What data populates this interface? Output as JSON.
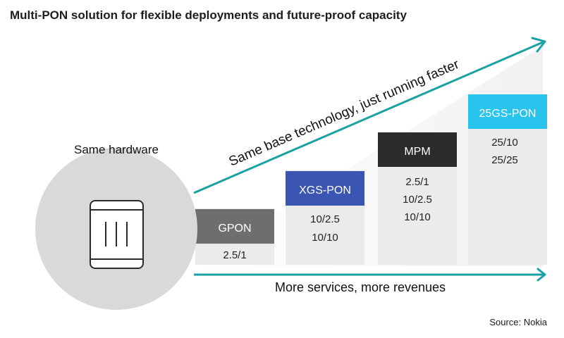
{
  "title": "Multi-PON solution for flexible deployments and future-proof capacity",
  "source": "Source: Nokia",
  "hardware_label": "Same hardware",
  "diagonal_label": "Same base technology, just running faster",
  "bottom_label": "More services, more revenues",
  "colors": {
    "accent": "#1aa1a1",
    "gpon": "#6e6e6e",
    "xgs": "#3b55b3",
    "mpm": "#2b2b2b",
    "pon25": "#29c4ee",
    "column_fill": "#ebebeb",
    "circle": "#d9d9d9"
  },
  "technologies": [
    {
      "name": "GPON",
      "speeds": [
        "2.5/1"
      ]
    },
    {
      "name": "XGS-PON",
      "speeds": [
        "10/2.5",
        "10/10"
      ]
    },
    {
      "name": "MPM",
      "speeds": [
        "2.5/1",
        "10/2.5",
        "10/10"
      ]
    },
    {
      "name": "25GS-PON",
      "speeds": [
        "25/10",
        "25/25"
      ]
    }
  ]
}
